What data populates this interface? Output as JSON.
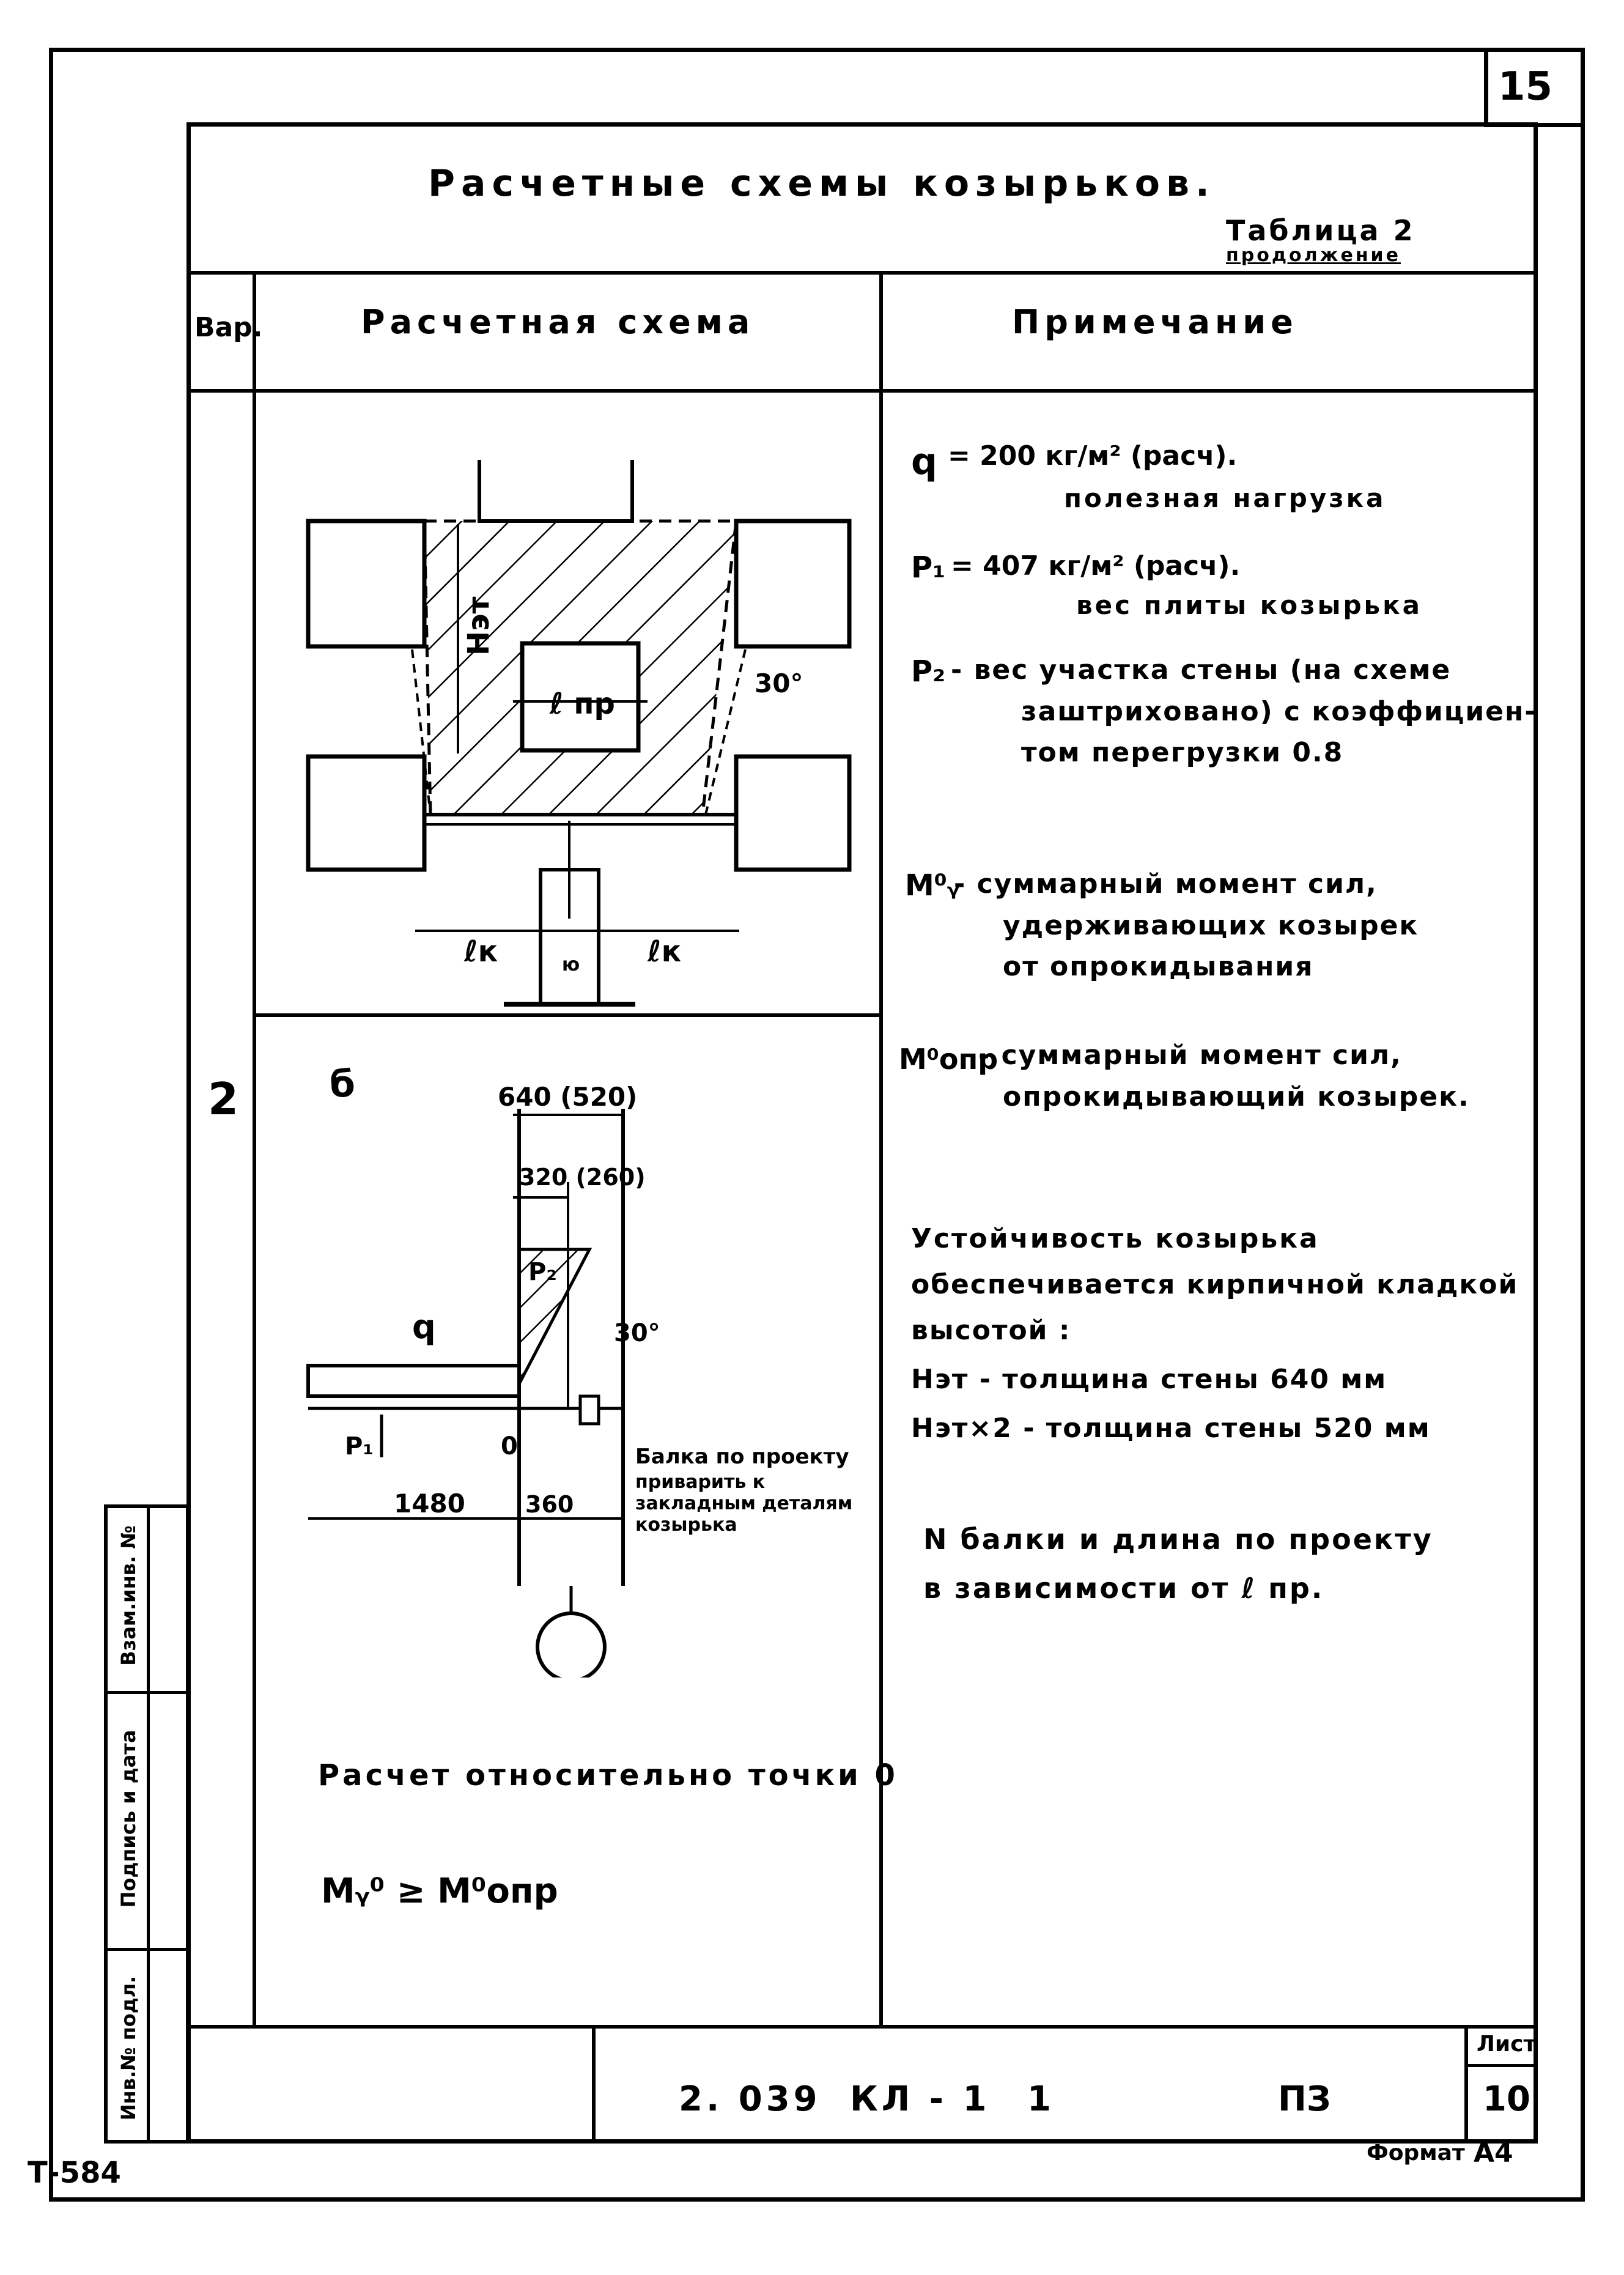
{
  "sheet_corner_number": "15",
  "title": "Расчетные схемы козырьков.",
  "table_caption": {
    "line1": "Таблица 2",
    "line2": "продолжение"
  },
  "headers": {
    "variant": "Вар.",
    "scheme": "Расчетная схема",
    "note": "Примечание"
  },
  "variant_number": "2",
  "plan_labels": {
    "h_et": "Нэт",
    "l_pr": "ℓ пр",
    "angle": "30°",
    "l_k_left": "ℓк",
    "l_k_right": "ℓк",
    "center": "ю"
  },
  "section_labels": {
    "marker": "б",
    "dim_total": "640 (520)",
    "dim_half": "320 (260)",
    "p2": "P₂",
    "angle": "30°",
    "q": "q",
    "p1": "P₁",
    "point_o": "0",
    "dim_1480": "1480",
    "dim_360": "360",
    "beam_note": [
      "Балка по проекту",
      "приварить к",
      "закладным деталям",
      "козырька"
    ]
  },
  "calc_caption": "Расчет относительно точки 0",
  "calc_formula": "Mᵧ⁰ ≥ M⁰опр",
  "notes": [
    {
      "symbol": "q",
      "text": "= 200 кг/м² (расч).",
      "sub": "полезная нагрузка"
    },
    {
      "symbol": "P₁",
      "text": "= 407 кг/м² (расч).",
      "sub": "вес плиты козырька"
    },
    {
      "symbol": "P₂",
      "text": "- вес участка стены (на схеме",
      "sub": "заштриховано) с коэффициен-",
      "sub2": "том перегрузки 0.8"
    },
    {
      "symbol": "M⁰ᵧ",
      "text": "- суммарный момент сил,",
      "sub": "удерживающих козырек",
      "sub2": "от опрокидывания"
    },
    {
      "symbol": "M⁰опр",
      "text": "- суммарный момент сил,",
      "sub": "опрокидывающий козырек."
    }
  ],
  "stability": [
    "Устойчивость козырька",
    "обеспечивается кирпичной кладкой",
    "высотой :",
    "Нэт - толщина стены 640 мм",
    "Нэт×2 - толщина стены 520 мм"
  ],
  "beam_note": [
    "N балки и длина по проекту",
    "в зависимости от ℓ пр."
  ],
  "side_stamp": [
    "Взам.инв. №",
    "Подпись и дата",
    "Инв.№ подл."
  ],
  "stamp": {
    "code": "2. 039",
    "series": "КЛ - 1",
    "issue": "1",
    "doc": "ПЗ",
    "sheet_label": "Лист",
    "sheet_number": "10"
  },
  "footer_left": "Т-584",
  "footer_format": "Формат",
  "footer_format_value": "А4"
}
